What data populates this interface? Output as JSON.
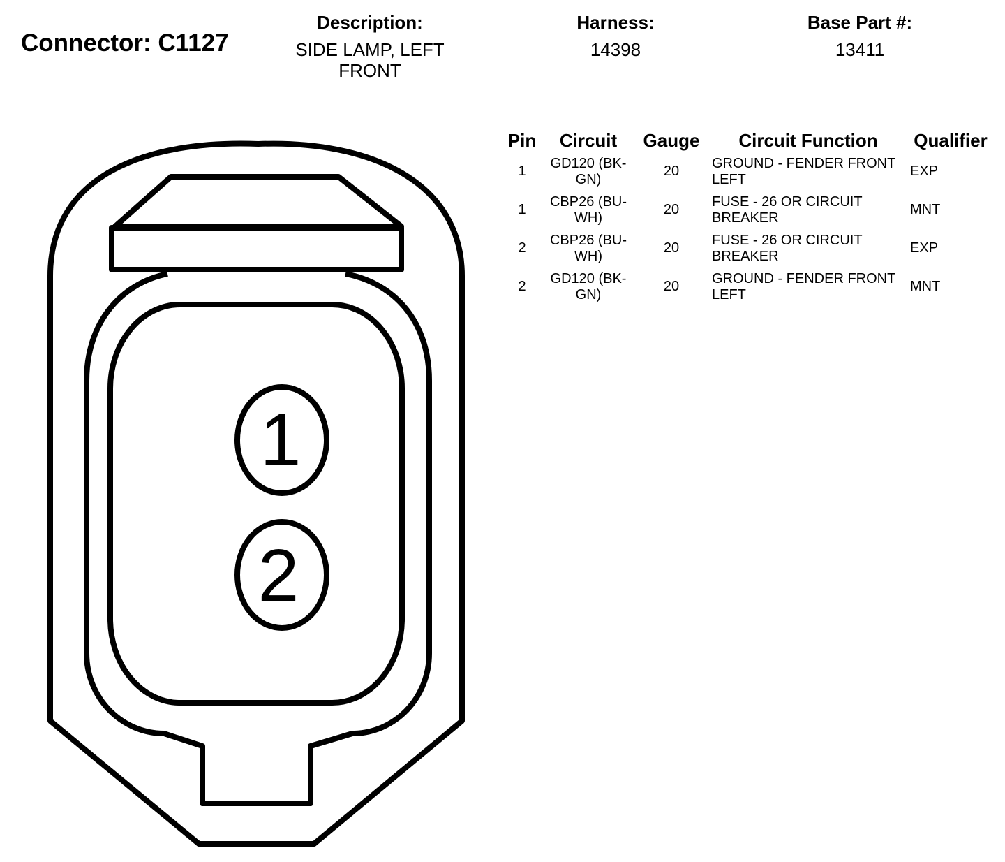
{
  "connector": {
    "label": "Connector: C1127"
  },
  "header": {
    "description_label": "Description:",
    "description_value": "SIDE LAMP, LEFT FRONT",
    "harness_label": "Harness:",
    "harness_value": "14398",
    "base_part_label": "Base Part #:",
    "base_part_value": "13411"
  },
  "table": {
    "columns": [
      "Pin",
      "Circuit",
      "Gauge",
      "Circuit Function",
      "Qualifier"
    ],
    "rows": [
      {
        "pin": "1",
        "circuit": "GD120 (BK-GN)",
        "gauge": "20",
        "function": "GROUND - FENDER FRONT LEFT",
        "qualifier": "EXP"
      },
      {
        "pin": "1",
        "circuit": "CBP26 (BU-WH)",
        "gauge": "20",
        "function": "FUSE - 26 OR CIRCUIT BREAKER",
        "qualifier": "MNT"
      },
      {
        "pin": "2",
        "circuit": "CBP26 (BU-WH)",
        "gauge": "20",
        "function": "FUSE - 26 OR CIRCUIT BREAKER",
        "qualifier": "EXP"
      },
      {
        "pin": "2",
        "circuit": "GD120 (BK-GN)",
        "gauge": "20",
        "function": "GROUND - FENDER FRONT LEFT",
        "qualifier": "MNT"
      }
    ]
  },
  "diagram": {
    "pin_labels": [
      "1",
      "2"
    ],
    "stroke_color": "#000000",
    "fill_color": "#ffffff"
  }
}
